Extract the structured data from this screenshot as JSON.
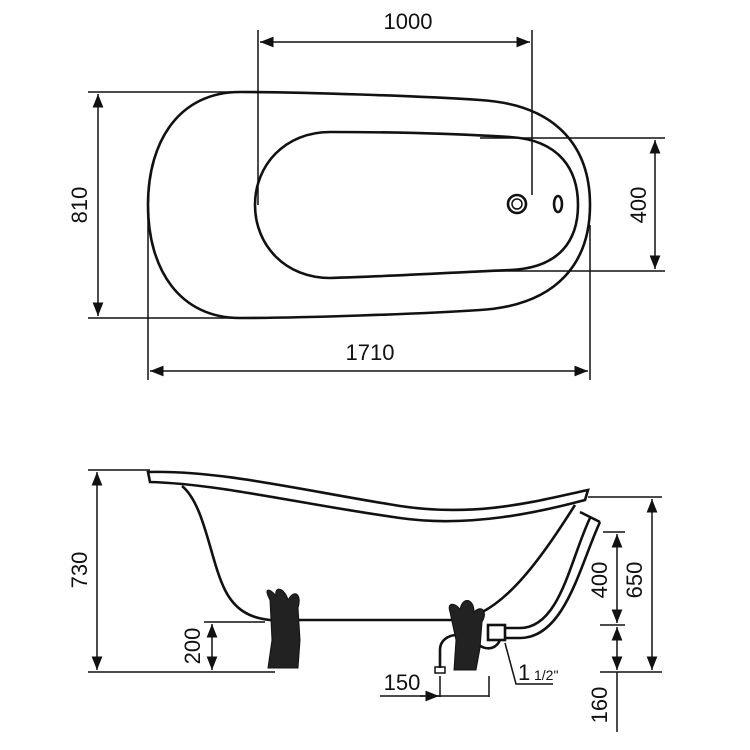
{
  "top_view": {
    "length": "1000",
    "width": "810",
    "inner_width": "400",
    "total_length": "1710"
  },
  "side_view": {
    "height": "730",
    "foot_height": "200",
    "rim_height": "650",
    "drain_height": "400",
    "drain_base": "160",
    "drain_offset": "150",
    "pipe_size_whole": "1",
    "pipe_size_fraction": "1/2\""
  },
  "colors": {
    "line": "#111111",
    "background": "#ffffff"
  }
}
